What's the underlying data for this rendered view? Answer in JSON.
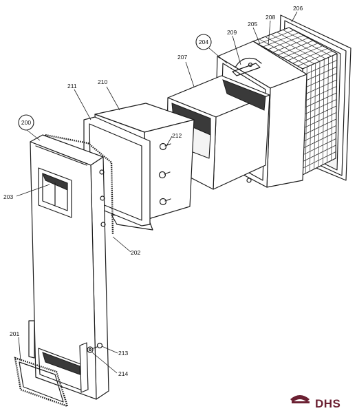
{
  "callouts": [
    {
      "id": "l200",
      "text": "200",
      "circled": true
    },
    {
      "id": "l201",
      "text": "201",
      "circled": false
    },
    {
      "id": "l202",
      "text": "202",
      "circled": false
    },
    {
      "id": "l203",
      "text": "203",
      "circled": false
    },
    {
      "id": "l204",
      "text": "204",
      "circled": true
    },
    {
      "id": "l205",
      "text": "205",
      "circled": false
    },
    {
      "id": "l206",
      "text": "206",
      "circled": false
    },
    {
      "id": "l207",
      "text": "207",
      "circled": false
    },
    {
      "id": "l208",
      "text": "208",
      "circled": false
    },
    {
      "id": "l209",
      "text": "209",
      "circled": false
    },
    {
      "id": "l210",
      "text": "210",
      "circled": false
    },
    {
      "id": "l211",
      "text": "211",
      "circled": false
    },
    {
      "id": "l212",
      "text": "212",
      "circled": false
    },
    {
      "id": "l213",
      "text": "213",
      "circled": false
    },
    {
      "id": "l214",
      "text": "214",
      "circled": false
    }
  ],
  "logo": {
    "text": "DHS",
    "color": "#6b2032"
  }
}
